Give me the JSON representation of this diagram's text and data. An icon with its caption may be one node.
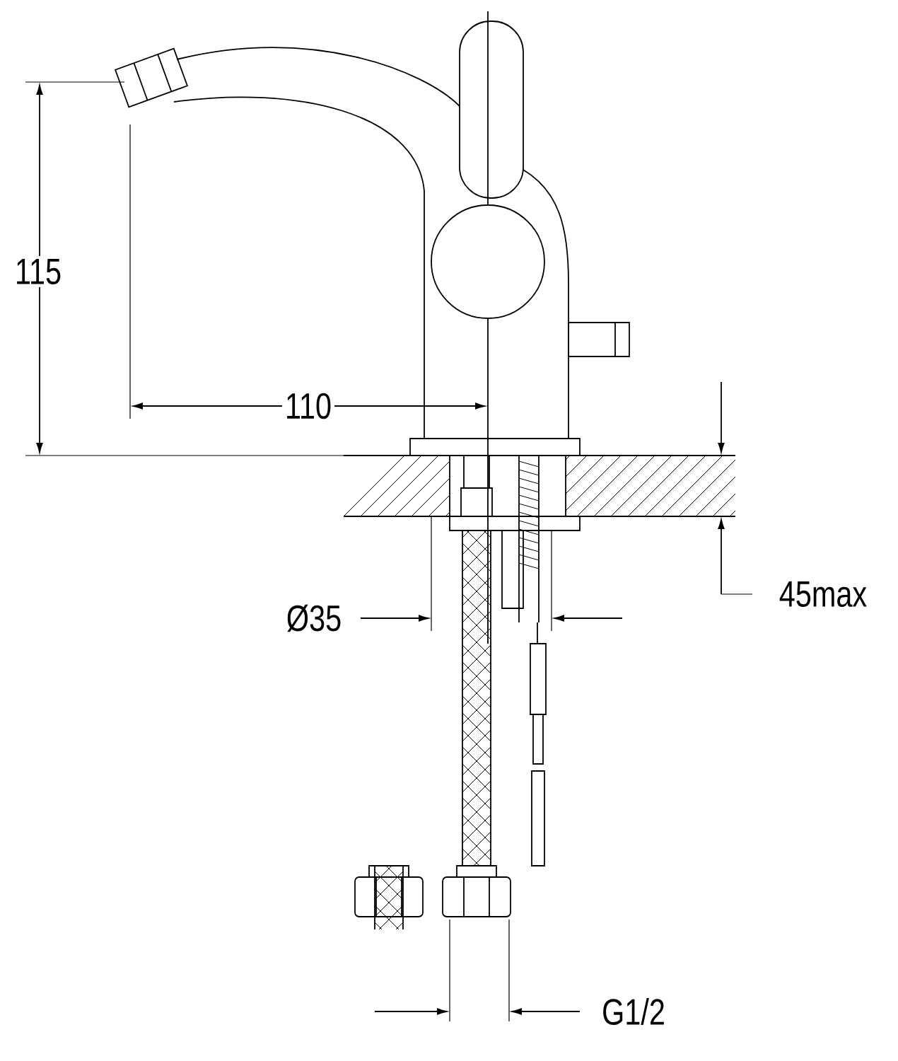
{
  "diagram": {
    "labels": [
      "115",
      "110",
      "45max",
      "Ø35",
      "G1/2"
    ]
  }
}
